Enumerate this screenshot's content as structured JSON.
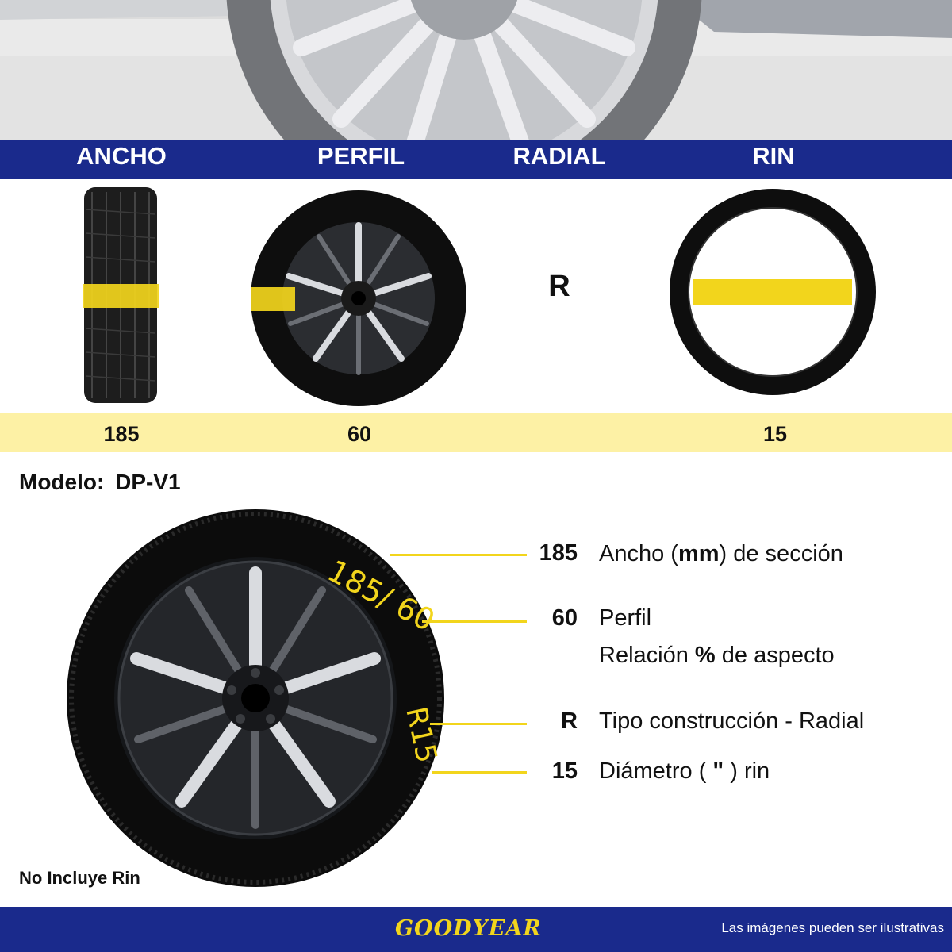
{
  "header": {
    "ancho_label": "ANCHO",
    "perfil_label": "PERFIL",
    "radial_label": "RADIAL",
    "rin_label": "RIN"
  },
  "diagram": {
    "radial_letter": "R"
  },
  "values": {
    "ancho": "185",
    "perfil": "60",
    "rin": "15"
  },
  "model": {
    "label": "Modelo:",
    "value": "DP-V1"
  },
  "sidewall": {
    "size_text": "185/ 60",
    "rim_text": "R15"
  },
  "specs": [
    {
      "code": "185",
      "desc_before": "Ancho (",
      "desc_bold": "mm",
      "desc_after": ") de sección"
    },
    {
      "code": "60",
      "desc_line1": "Perfil",
      "desc_before": "Relación ",
      "desc_bold": "%",
      "desc_after": " de aspecto"
    },
    {
      "code": "R",
      "desc": "Tipo construcción - Radial"
    },
    {
      "code": "15",
      "desc_before": "Diámetro ( ",
      "desc_bold": "\"",
      "desc_after": " ) rin"
    }
  ],
  "note": "No Incluye Rin",
  "footer": {
    "brand": "GOODYEAR",
    "disclaimer": "Las imágenes pueden ser ilustrativas"
  },
  "colors": {
    "blue": "#1a2a8c",
    "yellow": "#f2d51c",
    "pale_yellow": "#fdf1a5"
  },
  "icons": [
    "car-wheel-photo",
    "tire-tread-icon",
    "tire-with-rim-icon",
    "tire-ring-icon",
    "tire-sidewall-illustration",
    "winged-foot-icon"
  ]
}
